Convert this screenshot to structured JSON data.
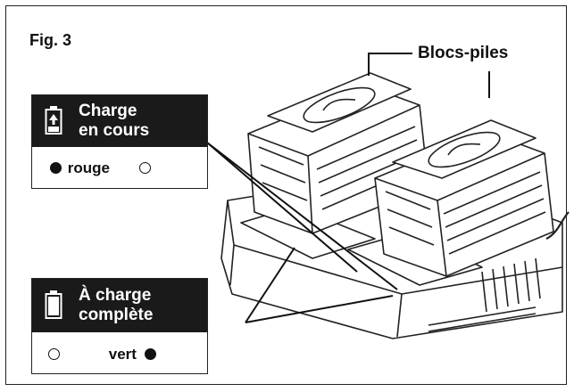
{
  "figure": {
    "label": "Fig. 3"
  },
  "callout": {
    "label": "Blocs-piles"
  },
  "legends": {
    "charging": {
      "title_line1": "Charge",
      "title_line2": "en cours",
      "indicator_label": "rouge",
      "indicator_color": "#111111",
      "icon": "battery-charging-icon"
    },
    "complete": {
      "title_line1": "À charge",
      "title_line2": "complète",
      "indicator_label": "vert",
      "indicator_color": "#111111",
      "icon": "battery-full-icon"
    }
  },
  "colors": {
    "ink": "#111111",
    "header_bg": "#1a1a1a",
    "background": "#ffffff"
  }
}
